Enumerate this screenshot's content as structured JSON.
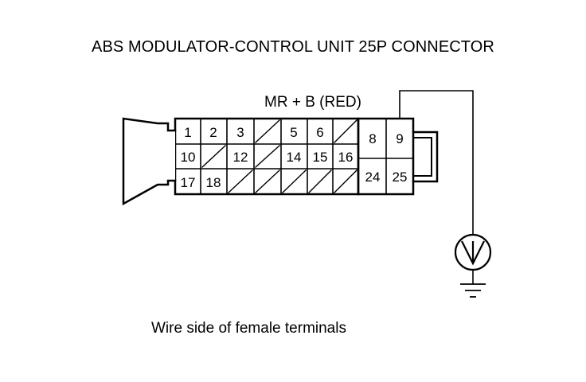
{
  "title": "ABS MODULATOR-CONTROL UNIT 25P CONNECTOR",
  "signal_label": "MR  + B (RED)",
  "caption": "Wire side of female terminals",
  "pins": {
    "p1": "1",
    "p2": "2",
    "p3": "3",
    "p5": "5",
    "p6": "6",
    "p8": "8",
    "p9": "9",
    "p10": "10",
    "p12": "12",
    "p14": "14",
    "p15": "15",
    "p16": "16",
    "p17": "17",
    "p18": "18",
    "p24": "24",
    "p25": "25"
  },
  "icons": [
    "voltmeter-icon",
    "ground-icon"
  ]
}
